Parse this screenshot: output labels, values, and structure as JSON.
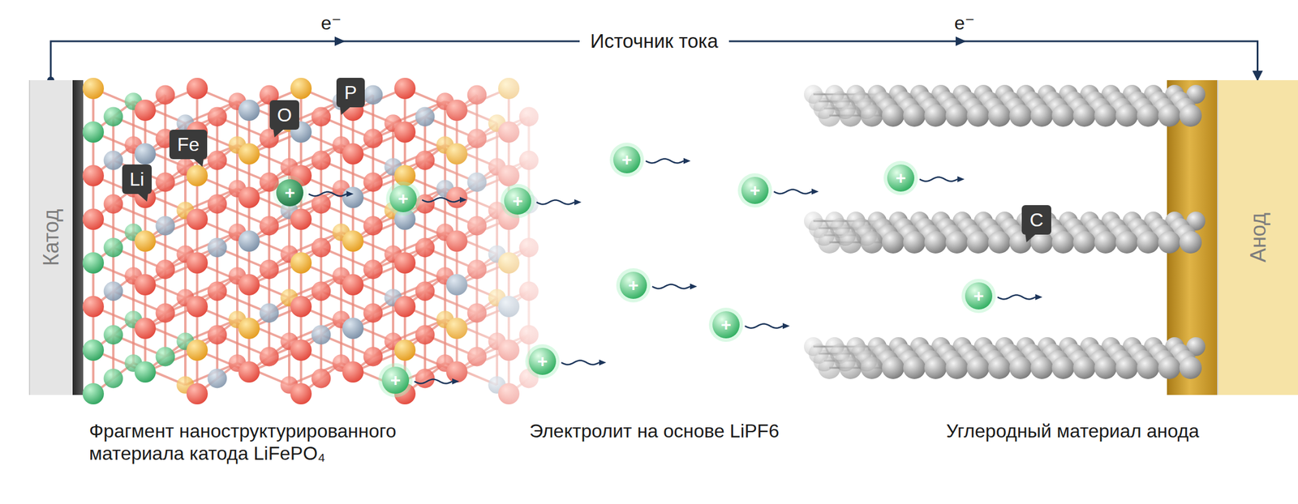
{
  "diagram": {
    "nodes": [
      {
        "text": [
          "Катод"
        ]
      },
      {
        "text": [
          "P"
        ]
      },
      {
        "text": [
          "O"
        ]
      },
      {
        "text": [
          "Fe"
        ]
      },
      {
        "text": [
          "Li"
        ]
      },
      {
        "text": [
          "+"
        ]
      },
      {
        "text": [
          "+"
        ]
      },
      {
        "text": [
          "+"
        ]
      },
      {
        "text": [
          "+"
        ]
      },
      {
        "text": [
          "+"
        ]
      },
      {
        "text": [
          "+"
        ]
      },
      {
        "text": [
          "+"
        ]
      },
      {
        "text": [
          "+"
        ]
      },
      {
        "text": [
          "+"
        ]
      },
      {
        "text": [
          "+"
        ]
      },
      {
        "text": [
          "+"
        ]
      },
      {
        "text": [
          "C"
        ]
      },
      {
        "text": [
          "Анод"
        ]
      }
    ],
    "edges": [
      {
        "from": 0,
        "to": 17,
        "arrow": "to",
        "label": "Источник тока"
      }
    ],
    "labels": [
      "e⁻",
      "e⁻",
      "Фрагмент наноструктурированного материала катода LiFePO₄",
      "Электролит на основе LiPF6",
      "Углеродный материал анода"
    ]
  }
}
